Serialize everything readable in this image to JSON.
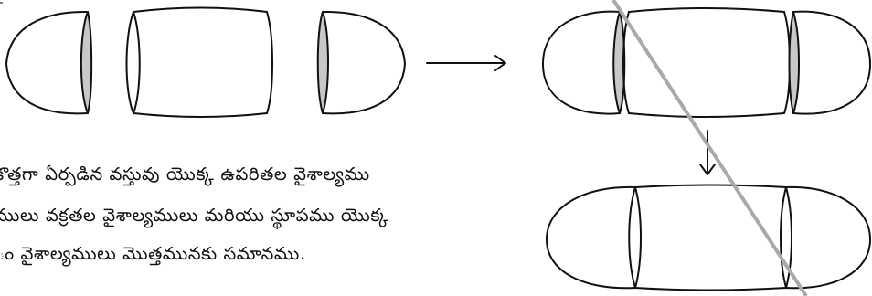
{
  "caption": {
    "lines": [
      "కొత్తగా ఏర్పడిన వస్తువు యొక్క ఉపరితల వైశాల్యము",
      "ములు వక్రతల వైశాల్యములు మరియు స్థూపము యొక్క",
      "ం వైశాల్యములు మొత్తమునకు సమానము."
    ]
  },
  "colors": {
    "stroke": "#111111",
    "face_fill": "#c8c8c8",
    "diagonal": "#a9a9a9"
  }
}
